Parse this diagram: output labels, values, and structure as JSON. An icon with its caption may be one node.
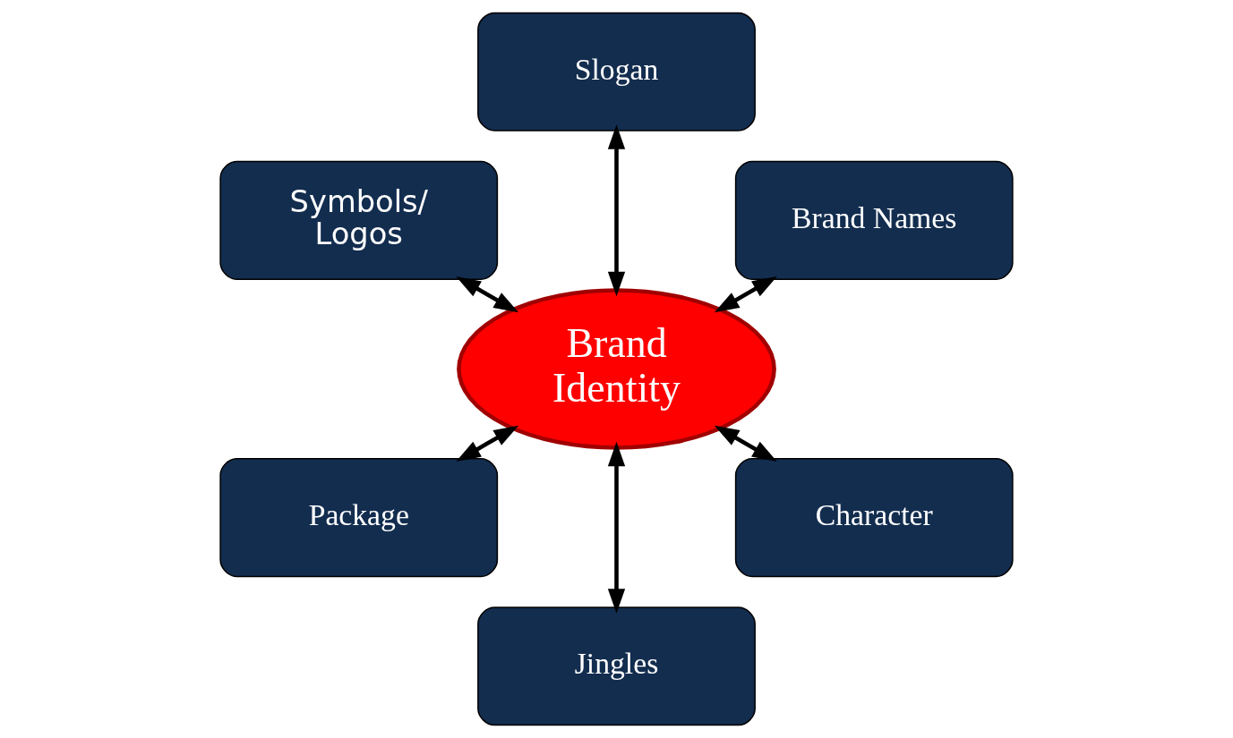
{
  "diagram": {
    "nodes": [
      {
        "text": [
          "Brand Names"
        ]
      },
      {
        "text": [
          "Slogan"
        ]
      },
      {
        "text": [
          "Symbols/ Logos"
        ]
      },
      {
        "text": [
          "Brand Identity"
        ]
      },
      {
        "text": [
          "Package"
        ]
      },
      {
        "text": [
          "Jingles"
        ]
      },
      {
        "text": [
          "Character"
        ]
      }
    ],
    "edges": [
      {
        "from": 3,
        "to": 0,
        "arrow": "both"
      },
      {
        "from": 3,
        "to": 2,
        "arrow": "both"
      },
      {
        "from": 3,
        "to": 5,
        "arrow": "both"
      },
      {
        "from": 3,
        "to": 6,
        "arrow": "both"
      },
      {
        "from": 3,
        "to": 4,
        "arrow": "both"
      },
      {
        "from": 3,
        "to": 1,
        "arrow": "both"
      }
    ]
  }
}
